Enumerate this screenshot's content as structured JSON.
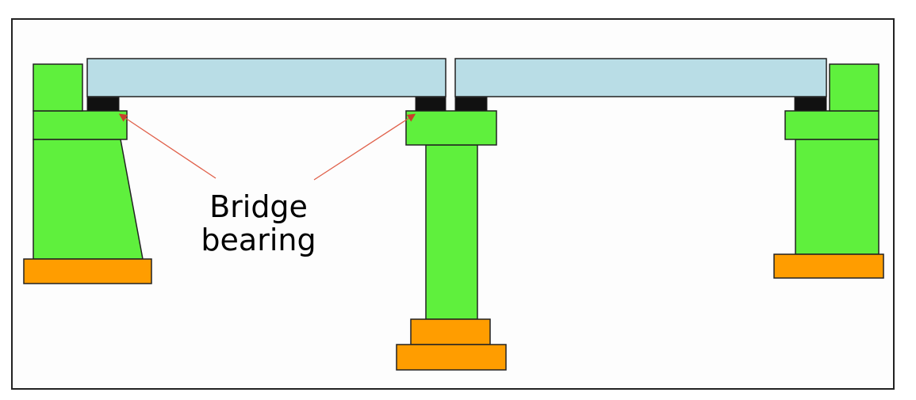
{
  "callout": {
    "line1": "Bridge",
    "line2": "bearing"
  },
  "colors": {
    "frame_border": "#222222",
    "frame_fill": "#fdfdfd",
    "deck": "#b9dde6",
    "pier": "#5ff03d",
    "footing": "#ff9d00",
    "bearing": "#111111",
    "leader": "#e0604a",
    "outline": "#222222"
  },
  "components": {
    "deck_spans": [
      "left-deck-span",
      "right-deck-span"
    ],
    "supports": [
      "left-abutment",
      "center-pier",
      "right-abutment"
    ],
    "bearings": [
      "left-bearing",
      "center-bearing-left",
      "center-bearing-right",
      "right-bearing"
    ]
  }
}
